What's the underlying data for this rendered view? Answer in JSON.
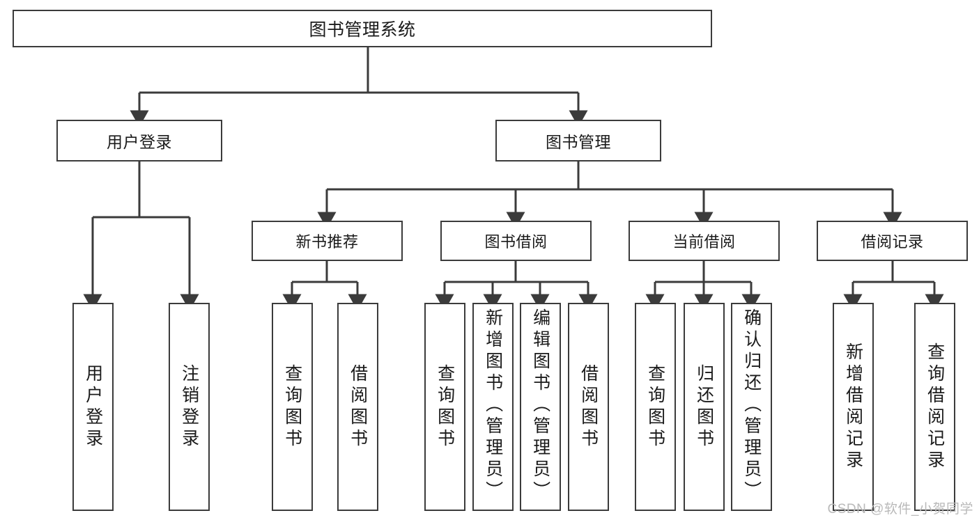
{
  "diagram": {
    "title": "图书管理系统",
    "type": "tree-hierarchy-diagram",
    "colors": {
      "box_border": "#3b3b3b",
      "box_fill": "#ffffff",
      "connector": "#3b3b3b",
      "text": "#1a1a1a",
      "watermark": "#b9b9b9",
      "background": "#ffffff"
    },
    "root": {
      "label": "图书管理系统"
    },
    "level2": [
      {
        "label": "用户登录"
      },
      {
        "label": "图书管理"
      }
    ],
    "level3": [
      {
        "label": "新书推荐"
      },
      {
        "label": "图书借阅"
      },
      {
        "label": "当前借阅"
      },
      {
        "label": "借阅记录"
      }
    ],
    "leaves": {
      "user_login": [
        {
          "label": "用户登录"
        },
        {
          "label": "注销登录"
        }
      ],
      "new_book_recommend": [
        {
          "label": "查询图书"
        },
        {
          "label": "借阅图书"
        }
      ],
      "book_borrow": [
        {
          "label": "查询图书"
        },
        {
          "label": "新增图书（管理员）"
        },
        {
          "label": "编辑图书（管理员）"
        },
        {
          "label": "借阅图书"
        }
      ],
      "current_borrow": [
        {
          "label": "查询图书"
        },
        {
          "label": "归还图书"
        },
        {
          "label": "确认归还（管理员）"
        }
      ],
      "borrow_record": [
        {
          "label": "新增借阅记录"
        },
        {
          "label": "查询借阅记录"
        }
      ]
    }
  },
  "watermark": {
    "text": "CSDN @软件_小贺同学"
  }
}
